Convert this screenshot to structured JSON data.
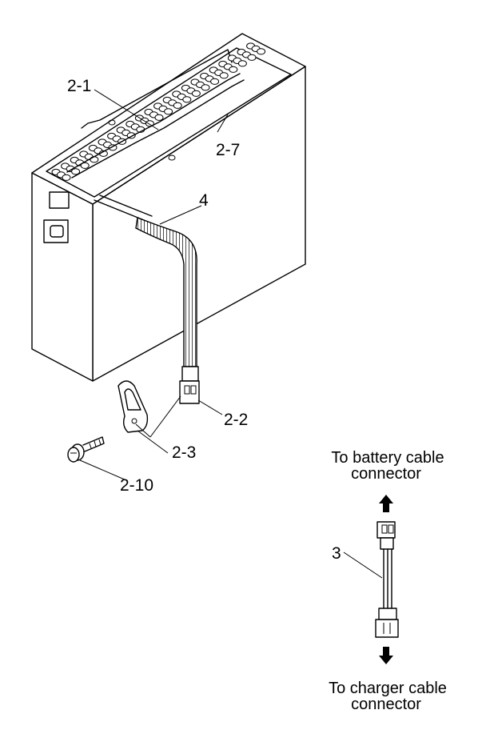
{
  "callouts": {
    "c2_1": "2-1",
    "c2_7": "2-7",
    "c4": "4",
    "c2_2": "2-2",
    "c2_3": "2-3",
    "c2_10": "2-10",
    "c3": "3"
  },
  "notes": {
    "battery_line1": "To battery cable",
    "battery_line2": "connector",
    "charger_line1": "To charger cable",
    "charger_line2": "connector"
  }
}
